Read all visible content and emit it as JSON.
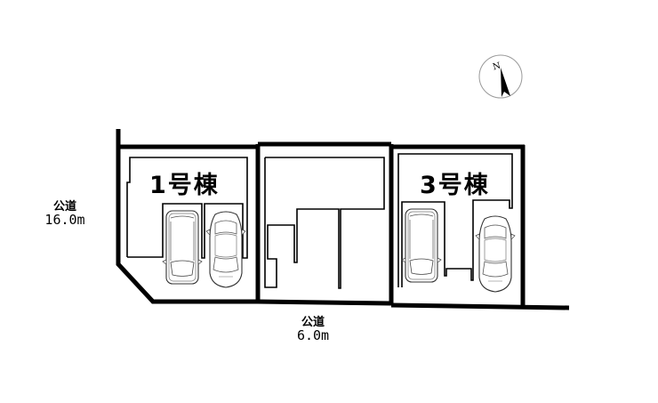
{
  "compass": {
    "label": "N",
    "icon": "north-arrow-icon"
  },
  "lots": [
    {
      "id": 1,
      "label": "1号棟",
      "parking_spaces": 2
    },
    {
      "id": 2,
      "label": "",
      "parking_spaces": 0
    },
    {
      "id": 3,
      "label": "3号棟",
      "parking_spaces": 2
    }
  ],
  "roads": {
    "west": {
      "name": "公道",
      "width": "16.0m"
    },
    "south": {
      "name": "公道",
      "width": "6.0m"
    }
  },
  "colors": {
    "line": "#000000",
    "background": "#ffffff"
  }
}
